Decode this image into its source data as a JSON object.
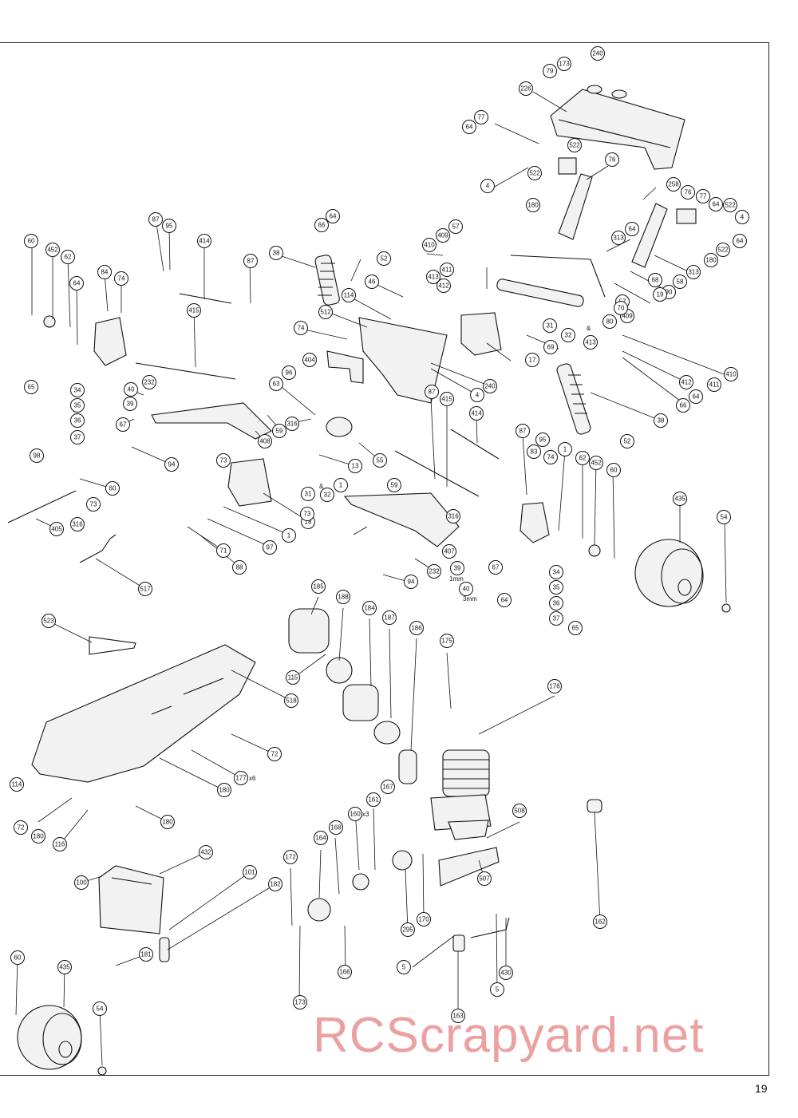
{
  "page": {
    "number": "19",
    "watermark": "RCScrapyard.net"
  },
  "callouts": [
    {
      "label": "240"
    },
    {
      "label": "173"
    },
    {
      "label": "79"
    },
    {
      "label": "226"
    },
    {
      "label": "77"
    },
    {
      "label": "64"
    },
    {
      "label": "522"
    },
    {
      "label": "4"
    },
    {
      "label": "522"
    },
    {
      "label": "76"
    },
    {
      "label": "180"
    },
    {
      "label": "258"
    },
    {
      "label": "76"
    },
    {
      "label": "77"
    },
    {
      "label": "64"
    },
    {
      "label": "522"
    },
    {
      "label": "4"
    },
    {
      "label": "64"
    },
    {
      "label": "522"
    },
    {
      "label": "180"
    },
    {
      "label": "313"
    },
    {
      "label": "64"
    },
    {
      "label": "313"
    },
    {
      "label": "58"
    },
    {
      "label": "68"
    },
    {
      "label": "90"
    },
    {
      "label": "19"
    },
    {
      "label": "57"
    },
    {
      "label": "409"
    },
    {
      "label": "410"
    },
    {
      "label": "411"
    },
    {
      "label": "412"
    },
    {
      "label": "64"
    },
    {
      "label": "66"
    },
    {
      "label": "38"
    },
    {
      "label": "52"
    },
    {
      "label": "413"
    },
    {
      "label": "80"
    },
    {
      "label": "70"
    },
    {
      "label": "31"
    },
    {
      "label": "32"
    },
    {
      "label": "69"
    },
    {
      "label": "17"
    },
    {
      "label": "57"
    },
    {
      "label": "409"
    },
    {
      "label": "410"
    },
    {
      "label": "411"
    },
    {
      "label": "412"
    },
    {
      "label": "413"
    },
    {
      "label": "46"
    },
    {
      "label": "114"
    },
    {
      "label": "512"
    },
    {
      "label": "64"
    },
    {
      "label": "66"
    },
    {
      "label": "38"
    },
    {
      "label": "52"
    },
    {
      "label": "74"
    },
    {
      "label": "404"
    },
    {
      "label": "240"
    },
    {
      "label": "4"
    },
    {
      "label": "96"
    },
    {
      "label": "63"
    },
    {
      "label": "316"
    },
    {
      "label": "59"
    },
    {
      "label": "408"
    },
    {
      "label": "55"
    },
    {
      "label": "13"
    },
    {
      "label": "1"
    },
    {
      "label": "31"
    },
    {
      "label": "32"
    },
    {
      "label": "59"
    },
    {
      "label": "18"
    },
    {
      "label": "1"
    },
    {
      "label": "97"
    },
    {
      "label": "71"
    },
    {
      "label": "88"
    },
    {
      "label": "73"
    },
    {
      "label": "73"
    },
    {
      "label": "316"
    },
    {
      "label": "407"
    },
    {
      "label": "39"
    },
    {
      "label": "40"
    },
    {
      "label": "232"
    },
    {
      "label": "94"
    },
    {
      "label": "87"
    },
    {
      "label": "415"
    },
    {
      "label": "414"
    },
    {
      "label": "87"
    },
    {
      "label": "95"
    },
    {
      "label": "83"
    },
    {
      "label": "74"
    },
    {
      "label": "1"
    },
    {
      "label": "62"
    },
    {
      "label": "452"
    },
    {
      "label": "60"
    },
    {
      "label": "67"
    },
    {
      "label": "64"
    },
    {
      "label": "34"
    },
    {
      "label": "35"
    },
    {
      "label": "36"
    },
    {
      "label": "37"
    },
    {
      "label": "65"
    },
    {
      "label": "435"
    },
    {
      "label": "54"
    },
    {
      "label": "87"
    },
    {
      "label": "95"
    },
    {
      "label": "414"
    },
    {
      "label": "87"
    },
    {
      "label": "415"
    },
    {
      "label": "60"
    },
    {
      "label": "452"
    },
    {
      "label": "62"
    },
    {
      "label": "64"
    },
    {
      "label": "84"
    },
    {
      "label": "74"
    },
    {
      "label": "65"
    },
    {
      "label": "34"
    },
    {
      "label": "35"
    },
    {
      "label": "36"
    },
    {
      "label": "37"
    },
    {
      "label": "40"
    },
    {
      "label": "39"
    },
    {
      "label": "232"
    },
    {
      "label": "67"
    },
    {
      "label": "94"
    },
    {
      "label": "98"
    },
    {
      "label": "60"
    },
    {
      "label": "405"
    },
    {
      "label": "73"
    },
    {
      "label": "316"
    },
    {
      "label": "517"
    },
    {
      "label": "523"
    },
    {
      "label": "518"
    },
    {
      "label": "72"
    },
    {
      "label": "177"
    },
    {
      "label": "180"
    },
    {
      "label": "114"
    },
    {
      "label": "72"
    },
    {
      "label": "180"
    },
    {
      "label": "116"
    },
    {
      "label": "180"
    },
    {
      "label": "185"
    },
    {
      "label": "188"
    },
    {
      "label": "184"
    },
    {
      "label": "187"
    },
    {
      "label": "186"
    },
    {
      "label": "115"
    },
    {
      "label": "175"
    },
    {
      "label": "176"
    },
    {
      "label": "167"
    },
    {
      "label": "161"
    },
    {
      "label": "160"
    },
    {
      "label": "168"
    },
    {
      "label": "164"
    },
    {
      "label": "172"
    },
    {
      "label": "508"
    },
    {
      "label": "507"
    },
    {
      "label": "295"
    },
    {
      "label": "170"
    },
    {
      "label": "166"
    },
    {
      "label": "173"
    },
    {
      "label": "162"
    },
    {
      "label": "5"
    },
    {
      "label": "163"
    },
    {
      "label": "5"
    },
    {
      "label": "430"
    },
    {
      "label": "100"
    },
    {
      "label": "432"
    },
    {
      "label": "101"
    },
    {
      "label": "182"
    },
    {
      "label": "181"
    },
    {
      "label": "60"
    },
    {
      "label": "435"
    },
    {
      "label": "54"
    }
  ],
  "notes": [
    {
      "text": "&"
    },
    {
      "text": "&"
    },
    {
      "text": "1mm"
    },
    {
      "text": "3mm"
    },
    {
      "text": "x6"
    },
    {
      "text": "x3"
    }
  ]
}
